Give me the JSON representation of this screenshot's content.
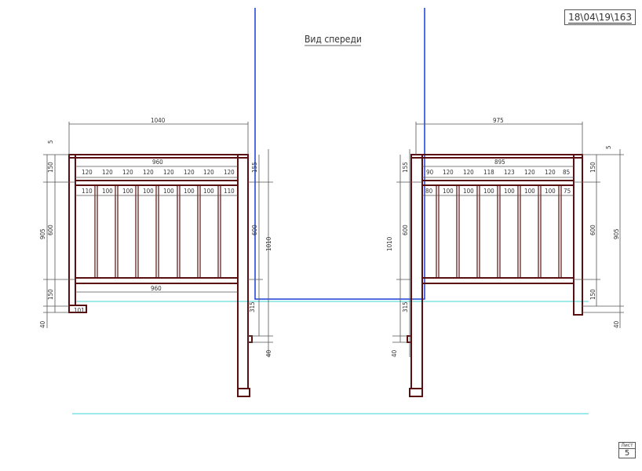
{
  "drawing": {
    "title": "Вид спереди",
    "code": "18\\04\\19\\163",
    "sheet_label": "Лист",
    "sheet_number": "5"
  },
  "colors": {
    "frame": "#5a1010",
    "axis": "#1a3fd6",
    "ground": "#3cd6d6"
  },
  "left": {
    "overall_width": "1040",
    "inner_width": "960",
    "bottom_width": "960",
    "columns": [
      "120",
      "120",
      "120",
      "120",
      "120",
      "120",
      "120",
      "120"
    ],
    "pickets": [
      "110",
      "100",
      "100",
      "100",
      "100",
      "100",
      "100",
      "110"
    ],
    "top_offset": "5",
    "top_rail": "150",
    "post_right_top": "155",
    "height_total": "905",
    "panel": "600",
    "bottom_rail": "150",
    "foot": "40",
    "foot_width": "101",
    "post_panel": "600",
    "post_total": "1010",
    "post_lower": "315",
    "post_foot": "40"
  },
  "right": {
    "overall_width": "975",
    "inner_width": "895",
    "columns": [
      "90",
      "120",
      "120",
      "118",
      "123",
      "120",
      "120",
      "85"
    ],
    "pickets": [
      "80",
      "100",
      "100",
      "100",
      "100",
      "100",
      "100",
      "75"
    ],
    "top_offset": "5",
    "top_rail": "150",
    "post_left_top": "155",
    "height_total": "905",
    "panel": "600",
    "bottom_rail": "150",
    "foot": "40",
    "post_panel": "600",
    "post_total": "1010",
    "post_lower": "315",
    "post_foot": "40"
  }
}
